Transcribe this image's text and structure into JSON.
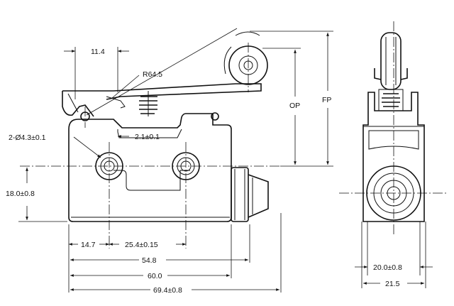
{
  "dimensions": {
    "lever_offset": "11.4",
    "radius": "R64.5",
    "holes": "2-Ø4.3±0.1",
    "slot_depth": "2.1±0.1",
    "height": "18.0±0.8",
    "dim_14_7": "14.7",
    "hole_spacing": "25.4±0.15",
    "dim_54_8": "54.8",
    "dim_60_0": "60.0",
    "overall_length": "69.4±0.8",
    "operating_position": "OP",
    "free_position": "FP",
    "side_width_inner": "20.0±0.8",
    "side_width_outer": "21.5"
  }
}
